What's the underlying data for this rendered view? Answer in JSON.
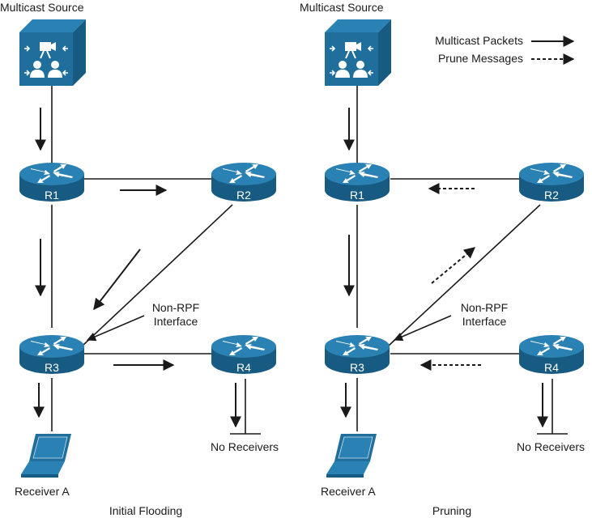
{
  "legend": {
    "multicast_packets": "Multicast Packets",
    "prune_messages": "Prune Messages"
  },
  "colors": {
    "device_blue": "#1f6e9c",
    "device_dark": "#175a82",
    "device_light": "#2a81b3",
    "line": "#1a1a1a"
  },
  "panels": [
    {
      "caption": "Initial Flooding",
      "source_label": "Multicast Source",
      "routers": [
        "R1",
        "R2",
        "R3",
        "R4"
      ],
      "annotation_line1": "Non-RPF",
      "annotation_line2": "Interface",
      "receiver_label": "Receiver A",
      "no_receivers_label": "No Receivers"
    },
    {
      "caption": "Pruning",
      "source_label": "Multicast Source",
      "routers": [
        "R1",
        "R2",
        "R3",
        "R4"
      ],
      "annotation_line1": "Non-RPF",
      "annotation_line2": "Interface",
      "receiver_label": "Receiver A",
      "no_receivers_label": "No Receivers"
    }
  ]
}
